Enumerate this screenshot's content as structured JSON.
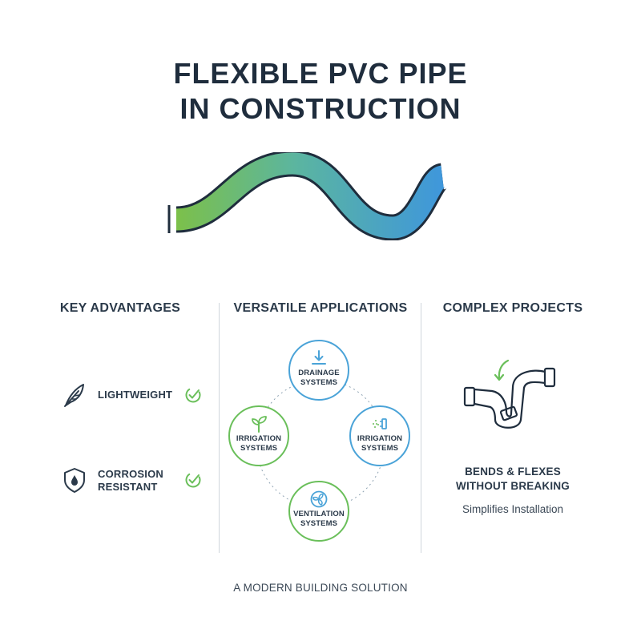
{
  "title": {
    "line1": "FLEXIBLE PVC PIPE",
    "line2": "IN CONSTRUCTION"
  },
  "colors": {
    "green": "#6abf5a",
    "blue": "#4aa3d8",
    "dark": "#1f2d3d"
  },
  "columns": {
    "advantages": {
      "heading": "KEY ADVANTAGES",
      "items": [
        {
          "label": "LIGHTWEIGHT",
          "icon": "feather-icon",
          "status_icon": "check-circle-icon"
        },
        {
          "line1": "CORROSION",
          "line2": "RESISTANT",
          "icon": "shield-drop-icon",
          "status_icon": "check-circle-icon"
        }
      ]
    },
    "applications": {
      "heading": "VERSATILE APPLICATIONS",
      "items": [
        {
          "line1": "DRAINAGE",
          "line2": "SYSTEMS",
          "icon": "drain-arrow-icon"
        },
        {
          "line1": "IRRIGATION",
          "line2": "SYSTEMS",
          "icon": "sprout-icon"
        },
        {
          "line1": "IRRIGATION",
          "line2": "SYSTEMS",
          "icon": "sprinkler-icon"
        },
        {
          "line1": "VENTILATION",
          "line2": "SYSTEMS",
          "icon": "fan-icon"
        }
      ]
    },
    "complex": {
      "heading": "COMPLEX PROJECTS",
      "line1": "BENDS & FLEXES",
      "line2": "WITHOUT BREAKING",
      "sub": "Simplifies Installation",
      "icon": "bent-pipe-icon"
    }
  },
  "footer": "A MODERN BUILDING SOLUTION"
}
